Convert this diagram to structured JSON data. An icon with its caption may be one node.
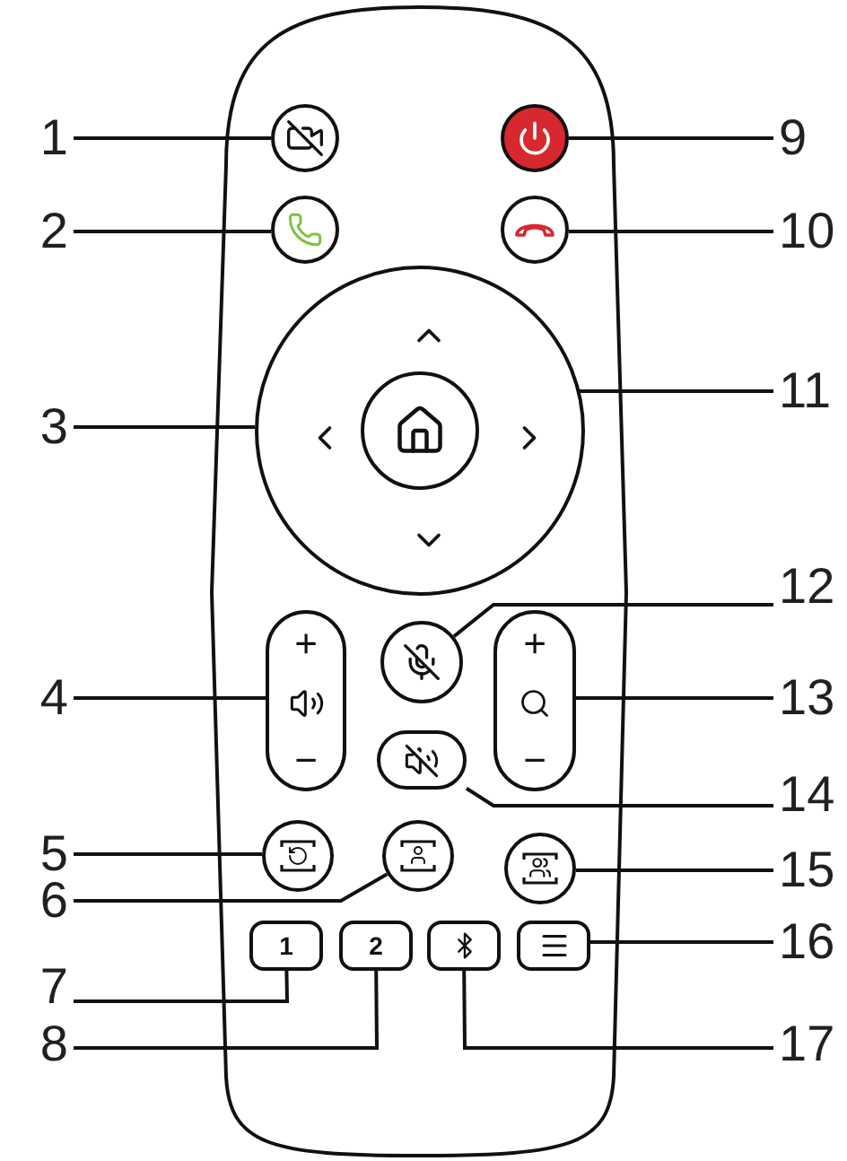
{
  "diagram": {
    "nodes": [
      {
        "text": [
          "1"
        ]
      },
      {
        "text": [
          "2"
        ]
      },
      {
        "text": [
          "3"
        ]
      },
      {
        "text": [
          "4"
        ]
      },
      {
        "text": [
          "5"
        ]
      },
      {
        "text": [
          "6"
        ]
      },
      {
        "text": [
          "7"
        ]
      },
      {
        "text": [
          "8"
        ]
      },
      {
        "text": [
          "9"
        ]
      },
      {
        "text": [
          "10"
        ]
      },
      {
        "text": [
          "11"
        ]
      },
      {
        "text": [
          "12"
        ]
      },
      {
        "text": [
          "13"
        ]
      },
      {
        "text": [
          "14"
        ]
      },
      {
        "text": [
          "15"
        ]
      },
      {
        "text": [
          "16"
        ]
      },
      {
        "text": [
          "17"
        ]
      },
      {
        "text": [],
        "shape": "circle"
      },
      {
        "text": [],
        "shape": "circle"
      },
      {
        "text": [],
        "shape": "circle"
      },
      {
        "text": [
          "+",
          "−"
        ]
      },
      {
        "text": [],
        "shape": "circle"
      },
      {
        "text": [],
        "shape": "circle"
      },
      {
        "text": [
          "1"
        ]
      },
      {
        "text": [
          "2"
        ]
      },
      {
        "text": [],
        "shape": "circle"
      },
      {
        "text": [],
        "shape": "circle"
      },
      {
        "text": [],
        "shape": "circle",
        "in": 19
      },
      {
        "text": [],
        "shape": "circle"
      },
      {
        "text": [
          "+",
          "−"
        ]
      },
      {
        "text": [],
        "shape": "box"
      },
      {
        "text": [],
        "shape": "circle"
      },
      {
        "text": [],
        "shape": "box"
      },
      {
        "text": [],
        "shape": "box"
      }
    ],
    "edges": [
      {
        "from": 0,
        "to": 17,
        "arrow": "none"
      },
      {
        "from": 1,
        "to": 18,
        "arrow": "none"
      },
      {
        "from": 2,
        "to": 19,
        "arrow": "none"
      },
      {
        "from": 3,
        "to": 20,
        "arrow": "none"
      },
      {
        "from": 4,
        "to": 21,
        "arrow": "none"
      },
      {
        "from": 5,
        "to": 22,
        "arrow": "none"
      },
      {
        "from": 6,
        "to": 23,
        "arrow": "none"
      },
      {
        "from": 7,
        "to": 24,
        "arrow": "none"
      },
      {
        "from": 8,
        "to": 25,
        "arrow": "none"
      },
      {
        "from": 9,
        "to": 26,
        "arrow": "none"
      },
      {
        "from": 10,
        "to": 27,
        "arrow": "none"
      },
      {
        "from": 11,
        "to": 28,
        "arrow": "none"
      },
      {
        "from": 12,
        "to": 29,
        "arrow": "none"
      },
      {
        "from": 13,
        "to": 30,
        "arrow": "none"
      },
      {
        "from": 14,
        "to": 31,
        "arrow": "none"
      },
      {
        "from": 15,
        "to": 32,
        "arrow": "none"
      },
      {
        "from": 16,
        "to": 33,
        "arrow": "none"
      }
    ]
  }
}
